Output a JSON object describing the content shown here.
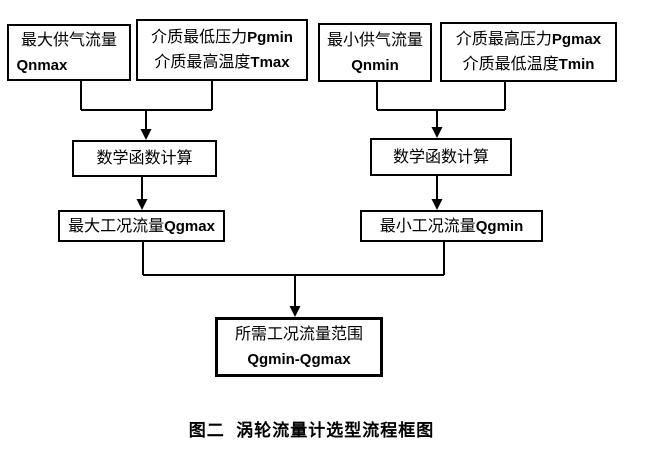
{
  "flowchart": {
    "boxes": {
      "qnmax": {
        "line1_cn": "最大供气流量",
        "line2_en": "Qnmax"
      },
      "pgmin_tmax": {
        "line1_cn": "介质最低压力",
        "line1_en": "Pgmin",
        "line2_cn": "介质最高温度",
        "line2_en": "Tmax"
      },
      "qnmin": {
        "line1_cn": "最小供气流量",
        "line2_en": "Qnmin"
      },
      "pgmax_tmin": {
        "line1_cn": "介质最高压力",
        "line1_en": "Pgmax",
        "line2_cn": "介质最低温度",
        "line2_en": "Tmin"
      },
      "math_left": {
        "label_cn": "数学函数计算"
      },
      "math_right": {
        "label_cn": "数学函数计算"
      },
      "qgmax": {
        "label_cn": "最大工况流量",
        "label_en": "Qgmax"
      },
      "qgmin": {
        "label_cn": "最小工况流量",
        "label_en": "Qgmin"
      },
      "result": {
        "line1_cn": "所需工况流量范围",
        "line2_en": "Qgmin-Qgmax"
      }
    },
    "caption": "图二  涡轮流量计选型流程框图",
    "colors": {
      "line": "#000000",
      "text": "#000000",
      "background": "#ffffff"
    }
  }
}
